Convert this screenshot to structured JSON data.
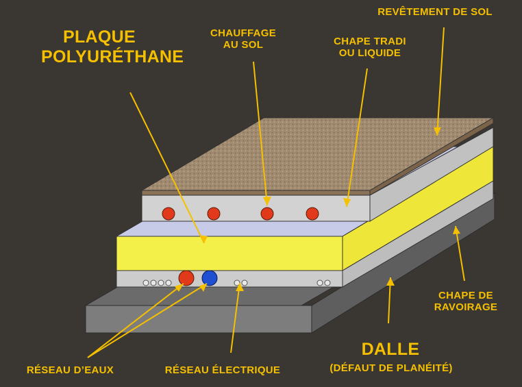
{
  "labels": {
    "plaque": [
      "PLAQUE",
      "POLYURÉTHANE"
    ],
    "chauffage": [
      "CHAUFFAGE",
      "AU SOL"
    ],
    "chape_tradi": [
      "CHAPE TRADI",
      "OU LIQUIDE"
    ],
    "revetement": "REVÊTEMENT DE SOL",
    "chape_ravoirage": [
      "CHAPE DE",
      "RAVOIRAGE"
    ],
    "dalle": "DALLE",
    "dalle_note": "(DÉFAUT DE PLANÉITÉ)",
    "reseau_eaux": "RÉSEAU D’EAUX",
    "reseau_electrique": "RÉSEAU ÉLECTRIQUE"
  },
  "colors": {
    "background": "#3a3632",
    "label": "#f5c000",
    "arrow": "#f5c000",
    "dalle_front": "#7a7a7a",
    "dalle_top": "#666666",
    "chape_gray": "#cfcfcf",
    "polyurethane": "#f4f04a",
    "floor_covering": "#a08a70",
    "heating_pipe": "#e03a1a",
    "water_hot": "#e03a1a",
    "water_cold": "#1e4fd0"
  },
  "icons": [
    "hot-water-pipe-icon",
    "cold-water-pipe-icon",
    "electric-conduit-icon",
    "heating-pipe-icon"
  ]
}
